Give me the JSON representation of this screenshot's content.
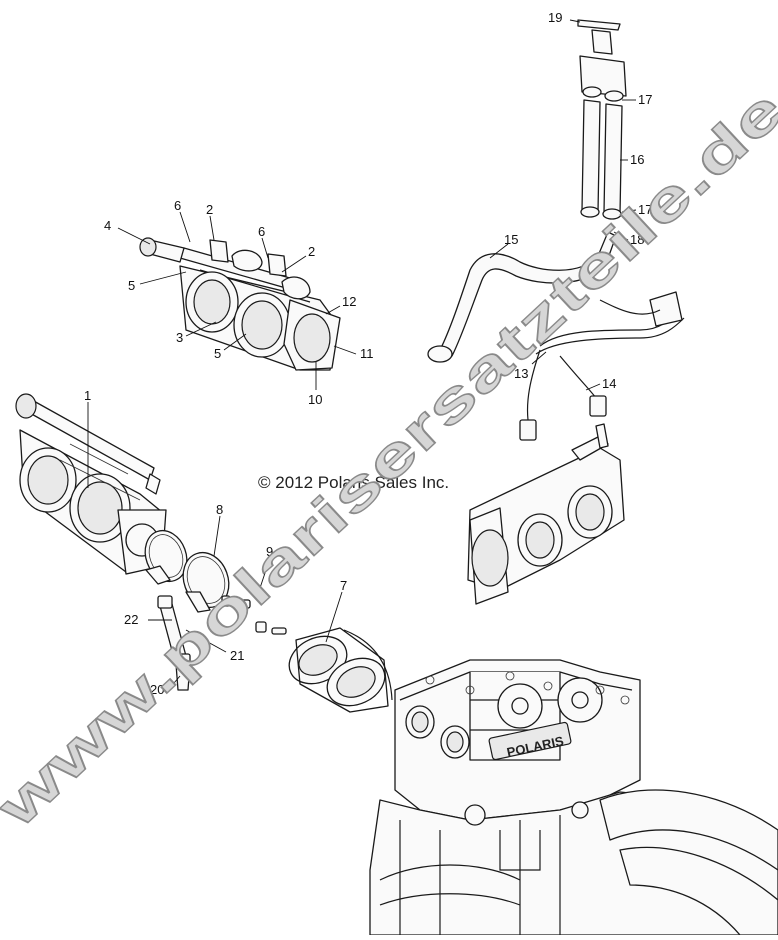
{
  "diagram": {
    "copyright": "© 2012 Polaris Sales Inc.",
    "watermark": "www.polarisersatzteile.de",
    "engine_brand": "POLARIS",
    "callouts": [
      {
        "id": "c1",
        "label": "1"
      },
      {
        "id": "c2a",
        "label": "2"
      },
      {
        "id": "c2b",
        "label": "2"
      },
      {
        "id": "c3",
        "label": "3"
      },
      {
        "id": "c4",
        "label": "4"
      },
      {
        "id": "c5a",
        "label": "5"
      },
      {
        "id": "c5b",
        "label": "5"
      },
      {
        "id": "c6a",
        "label": "6"
      },
      {
        "id": "c6b",
        "label": "6"
      },
      {
        "id": "c7",
        "label": "7"
      },
      {
        "id": "c8",
        "label": "8"
      },
      {
        "id": "c9",
        "label": "9"
      },
      {
        "id": "c10",
        "label": "10"
      },
      {
        "id": "c11",
        "label": "11"
      },
      {
        "id": "c12",
        "label": "12"
      },
      {
        "id": "c13",
        "label": "13"
      },
      {
        "id": "c14",
        "label": "14"
      },
      {
        "id": "c15",
        "label": "15"
      },
      {
        "id": "c16",
        "label": "16"
      },
      {
        "id": "c17a",
        "label": "17"
      },
      {
        "id": "c17b",
        "label": "17"
      },
      {
        "id": "c18",
        "label": "18"
      },
      {
        "id": "c19",
        "label": "19"
      },
      {
        "id": "c20",
        "label": "20"
      },
      {
        "id": "c21",
        "label": "21"
      },
      {
        "id": "c22",
        "label": "22"
      }
    ]
  }
}
